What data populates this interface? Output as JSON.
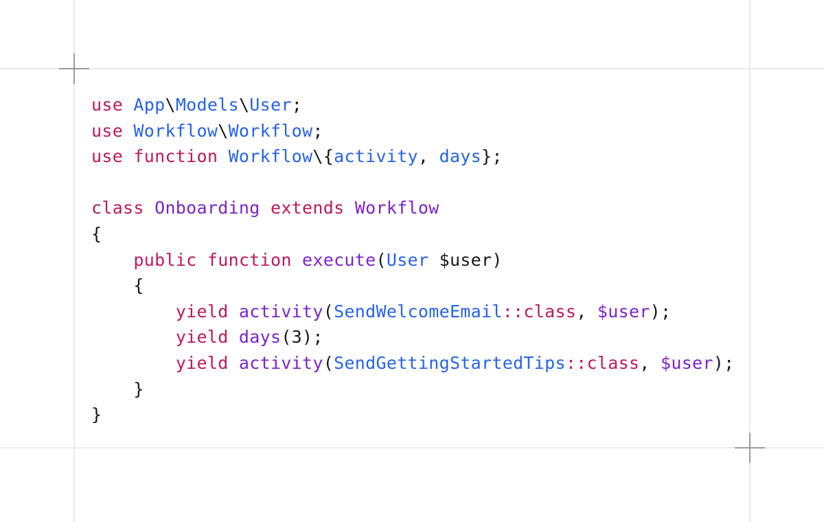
{
  "colors": {
    "background": "#ffffff",
    "frame_line": "#ebebeb",
    "crosshair": "#9a9a9a",
    "code_plain": "#18181b",
    "code_keyword": "#be185d",
    "code_type": "#2563eb",
    "code_entity": "#7e22ce"
  },
  "code": {
    "language": "php",
    "lines": [
      [
        {
          "t": "use ",
          "c": "keyword"
        },
        {
          "t": "App",
          "c": "type"
        },
        {
          "t": "\\",
          "c": "plain"
        },
        {
          "t": "Models",
          "c": "type"
        },
        {
          "t": "\\",
          "c": "plain"
        },
        {
          "t": "User",
          "c": "type"
        },
        {
          "t": ";",
          "c": "plain"
        }
      ],
      [
        {
          "t": "use ",
          "c": "keyword"
        },
        {
          "t": "Workflow",
          "c": "type"
        },
        {
          "t": "\\",
          "c": "plain"
        },
        {
          "t": "Workflow",
          "c": "type"
        },
        {
          "t": ";",
          "c": "plain"
        }
      ],
      [
        {
          "t": "use function ",
          "c": "keyword"
        },
        {
          "t": "Workflow",
          "c": "type"
        },
        {
          "t": "\\{",
          "c": "plain"
        },
        {
          "t": "activity",
          "c": "type"
        },
        {
          "t": ", ",
          "c": "plain"
        },
        {
          "t": "days",
          "c": "type"
        },
        {
          "t": "};",
          "c": "plain"
        }
      ],
      [],
      [
        {
          "t": "class ",
          "c": "keyword"
        },
        {
          "t": "Onboarding",
          "c": "entity"
        },
        {
          "t": " extends ",
          "c": "keyword"
        },
        {
          "t": "Workflow",
          "c": "entity"
        }
      ],
      [
        {
          "t": "{",
          "c": "plain"
        }
      ],
      [
        {
          "t": "    ",
          "c": "plain"
        },
        {
          "t": "public function ",
          "c": "keyword"
        },
        {
          "t": "execute",
          "c": "entity"
        },
        {
          "t": "(",
          "c": "plain"
        },
        {
          "t": "User",
          "c": "type"
        },
        {
          "t": " $user)",
          "c": "plain"
        }
      ],
      [
        {
          "t": "    {",
          "c": "plain"
        }
      ],
      [
        {
          "t": "        ",
          "c": "plain"
        },
        {
          "t": "yield ",
          "c": "keyword"
        },
        {
          "t": "activity",
          "c": "entity"
        },
        {
          "t": "(",
          "c": "plain"
        },
        {
          "t": "SendWelcomeEmail",
          "c": "type"
        },
        {
          "t": "::class",
          "c": "keyword"
        },
        {
          "t": ", ",
          "c": "plain"
        },
        {
          "t": "$user",
          "c": "entity"
        },
        {
          "t": ");",
          "c": "plain"
        }
      ],
      [
        {
          "t": "        ",
          "c": "plain"
        },
        {
          "t": "yield ",
          "c": "keyword"
        },
        {
          "t": "days",
          "c": "entity"
        },
        {
          "t": "(3);",
          "c": "plain"
        }
      ],
      [
        {
          "t": "        ",
          "c": "plain"
        },
        {
          "t": "yield ",
          "c": "keyword"
        },
        {
          "t": "activity",
          "c": "entity"
        },
        {
          "t": "(",
          "c": "plain"
        },
        {
          "t": "SendGettingStartedTips",
          "c": "type"
        },
        {
          "t": "::class",
          "c": "keyword"
        },
        {
          "t": ", ",
          "c": "plain"
        },
        {
          "t": "$user",
          "c": "entity"
        },
        {
          "t": ");",
          "c": "plain"
        }
      ],
      [
        {
          "t": "    }",
          "c": "plain"
        }
      ],
      [
        {
          "t": "}",
          "c": "plain"
        }
      ]
    ]
  }
}
